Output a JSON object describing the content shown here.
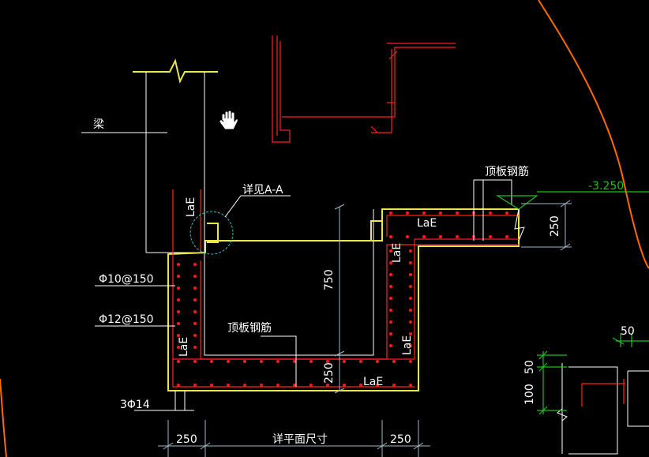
{
  "labels": {
    "beam": "梁",
    "detail_ref": "详见A-A",
    "top_slab_rebar_right": "顶板钢筋",
    "top_slab_rebar_bottom": "顶板钢筋",
    "stirrup_1": "Φ10@150",
    "stirrup_2": "Φ12@150",
    "bottom_bars": "3Φ14",
    "elevation": "-3.250",
    "lae_1": "LaE",
    "lae_2": "LaE",
    "lae_3": "LaE",
    "lae_4": "LaE",
    "lae_5": "LaE",
    "lae_6": "LaE",
    "plan_size": "详平面尺寸"
  },
  "dimensions": {
    "left_width": "250",
    "right_width": "250",
    "pit_depth": "750",
    "bottom_thickness": "250",
    "slab_thickness": "250",
    "detail_50_top": "50",
    "detail_50_side": "50",
    "detail_100": "100"
  },
  "colors": {
    "background": "#000000",
    "outline": "#e8e84a",
    "rebar": "#ff2020",
    "dimension": "#9fb7c9",
    "green": "#19c219",
    "orange_curve": "#ff6a00"
  },
  "icons": {
    "cursor": "hand-cursor-icon"
  }
}
